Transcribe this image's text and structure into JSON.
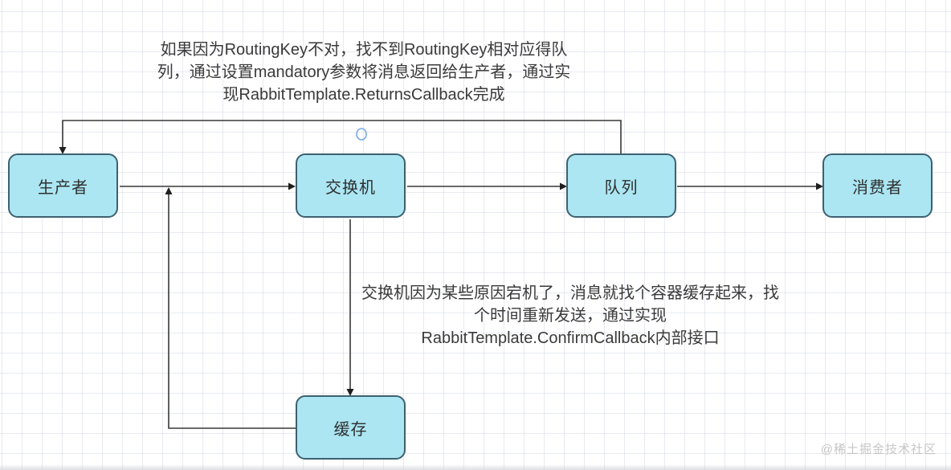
{
  "diagram": {
    "title_context": "RabbitMQ message flow diagram",
    "nodes": {
      "producer": {
        "label": "生产者"
      },
      "exchange": {
        "label": "交换机"
      },
      "queue": {
        "label": "队列"
      },
      "consumer": {
        "label": "消费者"
      },
      "cache": {
        "label": "缓存"
      }
    },
    "annotations": {
      "returns_note": {
        "lines": [
          "如果因为RoutingKey不对，找不到RoutingKey相对应得队",
          "列，通过设置mandatory参数将消息返回给生产者，通过实",
          "现RabbitTemplate.ReturnsCallback完成"
        ]
      },
      "confirm_note": {
        "lines": [
          "交换机因为某些原因宕机了，消息就找个容器缓存起来，找",
          "个时间重新发送，通过实现",
          "RabbitTemplate.ConfirmCallback内部接口"
        ]
      }
    },
    "watermark": "@稀土掘金技术社区",
    "colors": {
      "node_fill": "#abe6f2",
      "node_border": "#3d6170",
      "connector": "#383838",
      "arrowhead": "#1e1e1e",
      "circle_stroke": "#79a9e6",
      "watermark": "#c6c6c6",
      "grid_line": "#cdd4de"
    }
  }
}
